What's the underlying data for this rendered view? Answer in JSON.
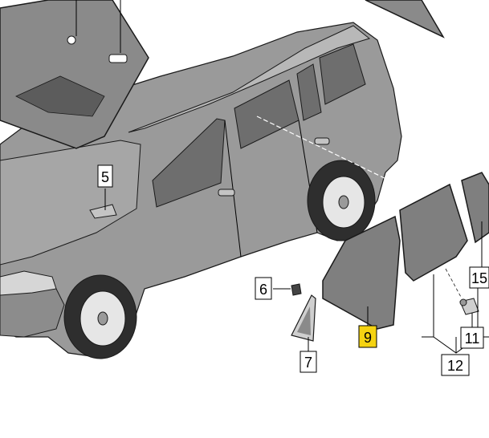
{
  "diagram": {
    "callouts": [
      {
        "id": "5",
        "label": "5",
        "highlight": false
      },
      {
        "id": "6",
        "label": "6",
        "highlight": false
      },
      {
        "id": "7",
        "label": "7",
        "highlight": false
      },
      {
        "id": "9",
        "label": "9",
        "highlight": true
      },
      {
        "id": "11",
        "label": "11",
        "highlight": false
      },
      {
        "id": "12",
        "label": "12",
        "highlight": false
      },
      {
        "id": "15",
        "label": "15",
        "highlight": false
      }
    ],
    "colors": {
      "glass": "#7f7f7f",
      "body": "#9a9a9a",
      "body_dark": "#6e6e6e",
      "outline": "#1a1a1a",
      "highlight": "#f5d312"
    }
  }
}
